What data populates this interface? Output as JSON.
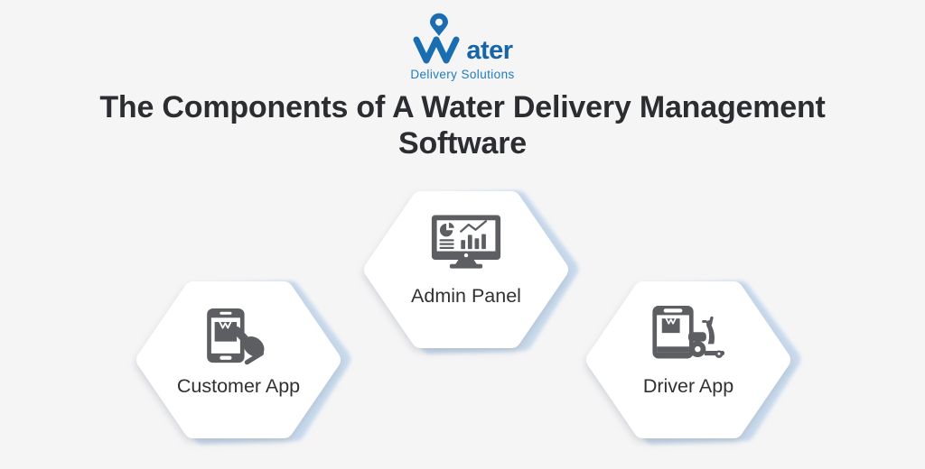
{
  "logo": {
    "brand": "Water",
    "wordmark_suffix": "ater",
    "tagline": "Delivery Solutions",
    "brand_color": "#1565a8",
    "tagline_color": "#1e7cc2",
    "mark": "water-drop-pin-w-logo"
  },
  "title": {
    "text": "The Components of A Water Delivery Management Software",
    "line1": "The Components of A Water Delivery Management",
    "line2": "Software"
  },
  "components": [
    {
      "id": "admin-panel",
      "label": "Admin Panel",
      "icon": "desktop-analytics-icon"
    },
    {
      "id": "customer-app",
      "label": "Customer App",
      "icon": "phone-order-tap-icon"
    },
    {
      "id": "driver-app",
      "label": "Driver App",
      "icon": "phone-scooter-delivery-icon"
    }
  ],
  "colors": {
    "background": "#f5f5f6",
    "hexagon_fill": "#ffffff",
    "hexagon_shadow": "#c7d9eb",
    "icon_gray": "#5c5e62",
    "title_color": "#2b2d30",
    "label_color": "#2f3133"
  }
}
